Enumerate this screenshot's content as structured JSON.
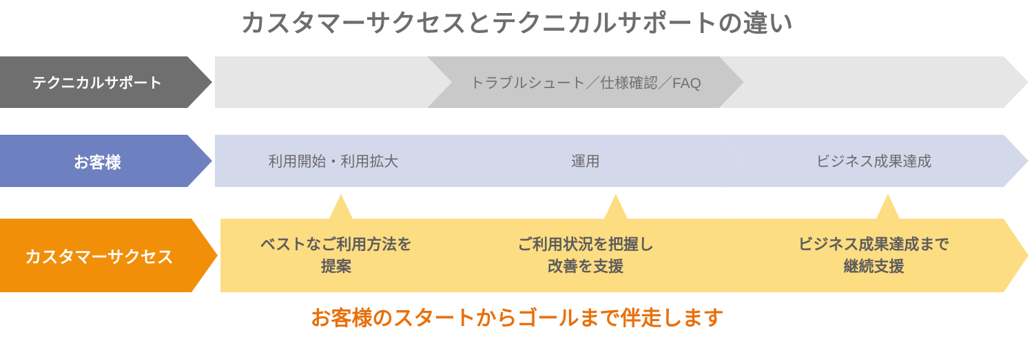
{
  "title": "カスタマーサクセスとテクニカルサポートの違い",
  "footer": "お客様のスタートからゴールまで伴走します",
  "colors": {
    "title_text": "#6d6d6d",
    "support_label_bg": "#706f6f",
    "support_band_bg": "#e6e6e6",
    "support_band_accent_bg": "#c9c9c9",
    "customer_label_bg": "#6e80c0",
    "customer_band_bg": "#d4d8eb",
    "success_label_bg": "#f18f09",
    "success_band_bg": "#fddd82",
    "body_text": "#6a6a6a",
    "success_text": "#5d5c5c",
    "footer_text": "#e8700c",
    "separator": "#ffffff"
  },
  "rows": [
    {
      "key": "technical_support",
      "label": "テクニカルサポート",
      "stages": [
        {
          "text": "",
          "accent": false
        },
        {
          "text": "トラブルシュート／仕様確認／FAQ",
          "accent": true
        },
        {
          "text": "",
          "accent": false
        }
      ]
    },
    {
      "key": "customer",
      "label": "お客様",
      "stages": [
        {
          "text": "利用開始・利用拡大",
          "accent": false
        },
        {
          "text": "運用",
          "accent": false
        },
        {
          "text": "ビジネス成果達成",
          "accent": false
        }
      ]
    },
    {
      "key": "customer_success",
      "label": "カスタマーサクセス",
      "stages": [
        {
          "line1": "ベストなご利用方法を",
          "line2": "提案"
        },
        {
          "line1": "ご利用状況を把握し",
          "line2": "改善を支援"
        },
        {
          "line1": "ビジネス成果達成まで",
          "line2": "継続支援"
        }
      ]
    }
  ]
}
